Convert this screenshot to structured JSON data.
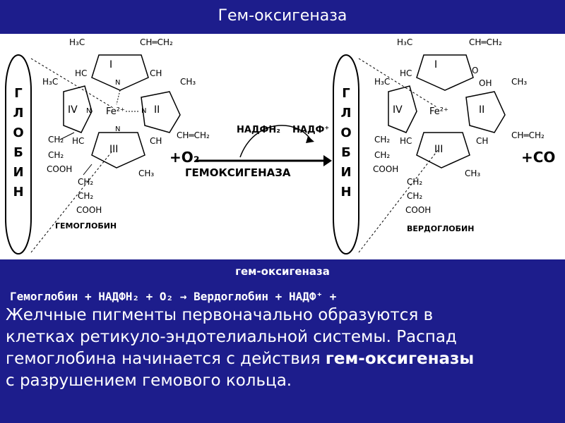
{
  "title": "Гем-оксигеназа",
  "diagram": {
    "globin_letters_left": [
      "Г",
      "Л",
      "О",
      "Б",
      "И",
      "Н"
    ],
    "globin_letters_right": [
      "Г",
      "Л",
      "О",
      "Б",
      "И",
      "Н"
    ],
    "hemoglobin_label": "ГЕМОГЛОБИН",
    "verdoglobin_label": "ВЕРДОГЛОБИН",
    "plus_o2": "+O₂",
    "plus_co": "+CO",
    "enzyme_label": "ГЕМОКСИГЕНАЗА",
    "nadph_label": "НАДФН₂",
    "nadp_label": "НАДФ⁺",
    "left_structure": {
      "ch3_top": "H₃C",
      "vinyl_top": "CH═CH₂",
      "ring_i": "I",
      "ring_ii": "II",
      "ring_iii": "III",
      "ring_iv": "IV",
      "fe": "Fe²⁺",
      "n_left": "N",
      "n_right": "N",
      "n_top": "N",
      "n_bottom": "N",
      "hc_top": "HC",
      "ch_top": "CH",
      "ch3_left": "H₃C",
      "ch3_right": "CH₃",
      "hc_bottom": "HC",
      "ch_bottom": "CH",
      "vinyl_right": "CH═CH₂",
      "ch2_a": "CH₂",
      "ch2_b": "CH₂",
      "cooh_a": "COOH",
      "ch2_c": "CH₂",
      "ch2_d": "CH₂",
      "cooh_b": "COOH",
      "ch3_bottom": "CH₃"
    },
    "right_structure": {
      "ch3_top": "H₃C",
      "vinyl_top": "CH═CH₂",
      "ring_i": "I",
      "ring_ii": "II",
      "ring_iii": "III",
      "ring_iv": "IV",
      "fe": "Fe²⁺",
      "o_label": "O",
      "oh_label": "OH",
      "ch3_left": "H₃C",
      "ch3_right": "CH₃",
      "hc_top": "HC",
      "hc_bottom": "HC",
      "ch_bottom": "CH",
      "vinyl_right": "CH═CH₂",
      "ch2_a": "CH₂",
      "ch2_b": "CH₂",
      "cooh_a": "COOH",
      "ch2_c": "CH₂",
      "ch2_d": "CH₂",
      "cooh_b": "COOH",
      "ch3_bottom": "CH₃"
    }
  },
  "equation": {
    "enzyme": "гем-оксигеназа",
    "text": "Гемоглобин + НАДФН₂ + O₂   →   Вердоглобин + НАДФ⁺ +"
  },
  "body": {
    "line1": "Желчные пигменты первоначально образуются в",
    "line2": "клетках ретикуло-эндотелиальной системы. Распад",
    "line3_plain": "гемоглобина начинается с действия ",
    "line3_bold": "гем-оксигеназы",
    "line4": "с разрушением гемового кольца."
  },
  "colors": {
    "background": "#1d1d8c",
    "panel": "#ffffff",
    "text": "#ffffff",
    "ink": "#000000"
  }
}
